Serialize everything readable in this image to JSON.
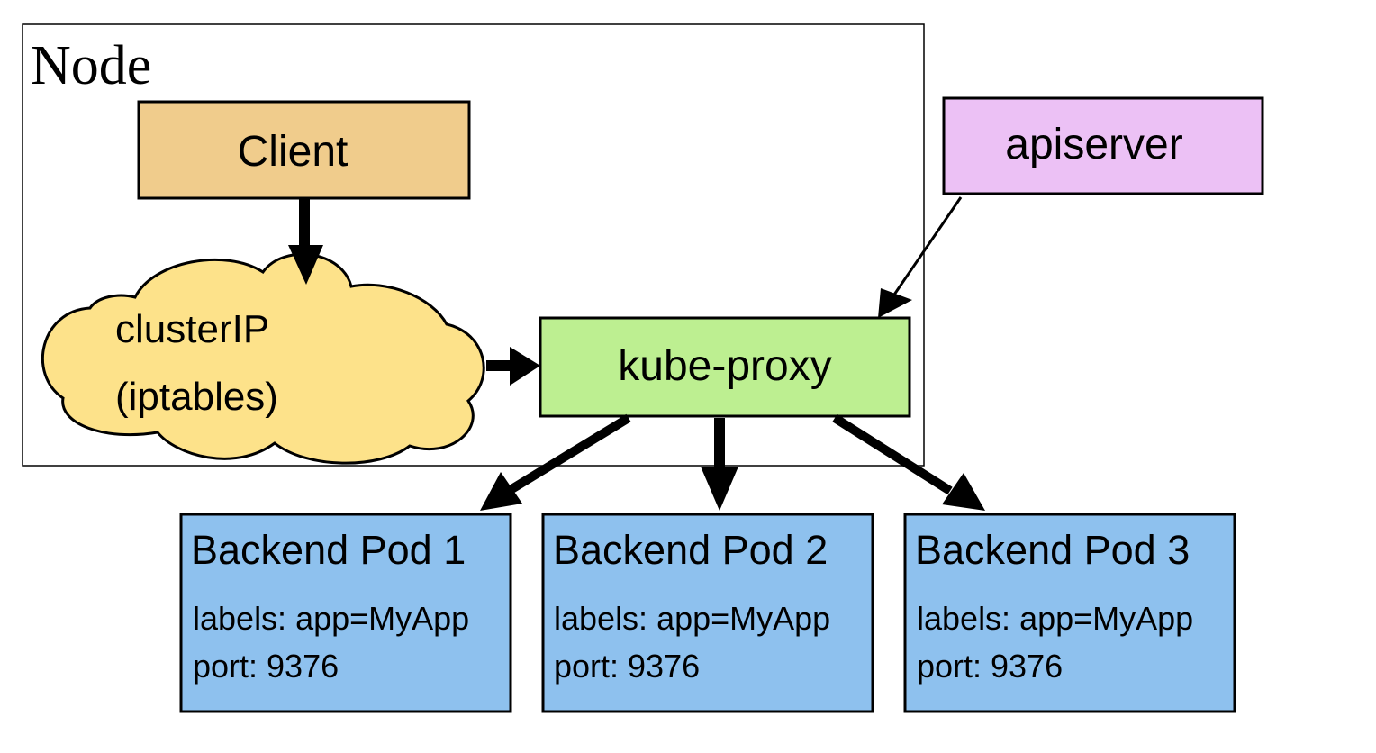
{
  "node": {
    "title": "Node"
  },
  "client": {
    "label": "Client",
    "fill": "#F0CC8C"
  },
  "cluster_ip": {
    "line1": "clusterIP",
    "line2": "(iptables)",
    "fill": "#FDE28A"
  },
  "kube_proxy": {
    "label": "kube-proxy",
    "fill": "#BDEF91"
  },
  "apiserver": {
    "label": "apiserver",
    "fill": "#ECC1F5"
  },
  "pods": [
    {
      "title": "Backend Pod 1",
      "labels": "labels: app=MyApp",
      "port": "port: 9376"
    },
    {
      "title": "Backend Pod 2",
      "labels": "labels: app=MyApp",
      "port": "port: 9376"
    },
    {
      "title": "Backend Pod 3",
      "labels": "labels: app=MyApp",
      "port": "port: 9376"
    }
  ],
  "colors": {
    "pod_fill": "#8EC1EE",
    "stroke": "#000000"
  }
}
